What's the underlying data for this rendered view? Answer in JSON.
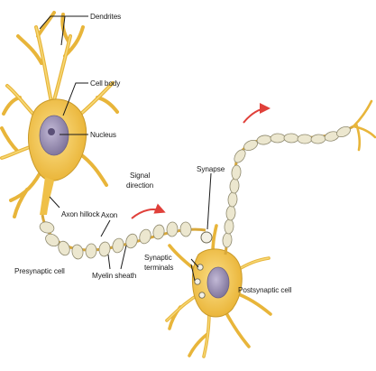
{
  "labels": {
    "dendrites": "Dendrites",
    "cell_body": "Cell body",
    "nucleus": "Nucleus",
    "axon_hillock": "Axon hillock",
    "axon": "Axon",
    "signal_direction_line1": "Signal",
    "signal_direction_line2": "direction",
    "synapse": "Synapse",
    "presynaptic_cell": "Presynaptic cell",
    "myelin_sheath": "Myelin sheath",
    "synaptic_terminals_line1": "Synaptic",
    "synaptic_terminals_line2": "terminals",
    "postsynaptic_cell": "Postsynaptic cell"
  },
  "colors": {
    "dendrite": "#e8b53a",
    "cell_body": "#f3c54a",
    "nucleus": "#9a8fb5",
    "myelin": "#ece7cf",
    "signal_arrow": "#e0403a",
    "leader_line": "#1a1a1a"
  }
}
